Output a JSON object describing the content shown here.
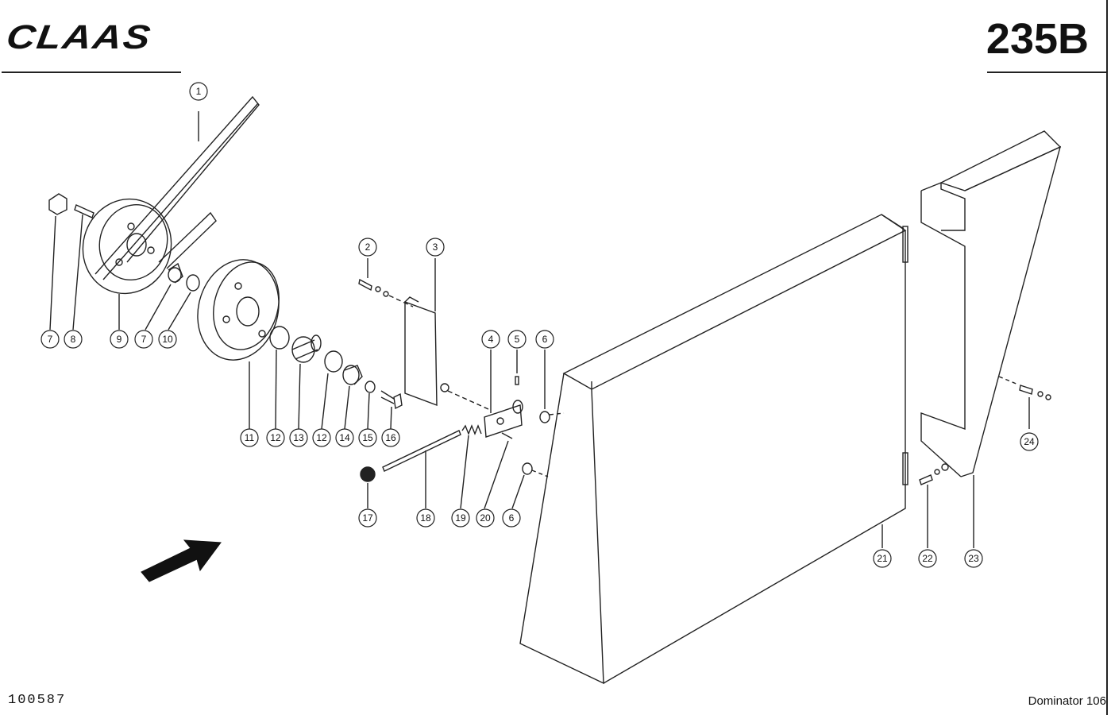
{
  "header": {
    "brand": "CLAAS",
    "sheet_number": "235B"
  },
  "footer": {
    "drawing_number": "100587",
    "model": "Dominator 106"
  },
  "callouts": [
    "1",
    "2",
    "3",
    "4",
    "5",
    "6",
    "7",
    "8",
    "9",
    "7",
    "10",
    "11",
    "12",
    "13",
    "12",
    "14",
    "15",
    "16",
    "17",
    "18",
    "19",
    "20",
    "6",
    "21",
    "22",
    "23",
    "24"
  ]
}
